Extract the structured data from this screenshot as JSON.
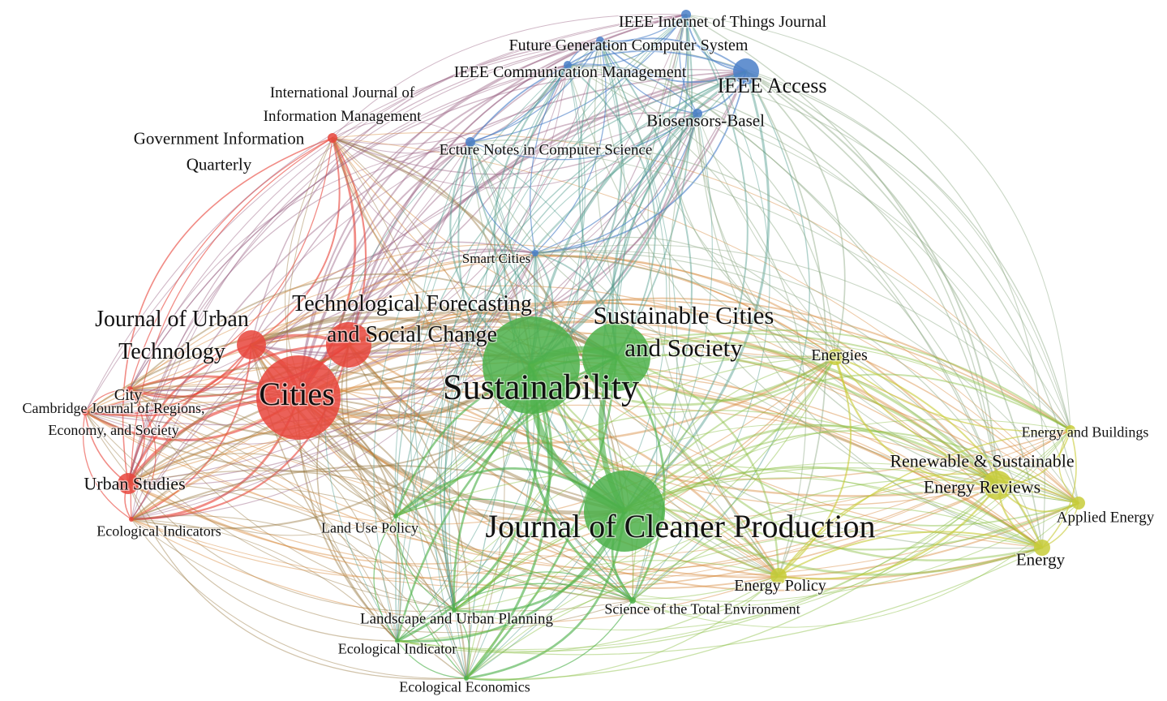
{
  "title": "Journal co-citation network",
  "clusters": {
    "red": "#e8453c",
    "blue": "#4a7fc8",
    "green": "#4cb04a",
    "yellow": "#c8cc3a"
  },
  "nodes": [
    {
      "id": "cities",
      "label": [
        "Cities"
      ],
      "cluster": "red",
      "weight": 10
    },
    {
      "id": "jut",
      "label": [
        "Journal of Urban",
        "Technology"
      ],
      "cluster": "red",
      "weight": 4
    },
    {
      "id": "tfsc",
      "label": [
        "Technological Forecasting",
        "and Social Change"
      ],
      "cluster": "red",
      "weight": 5
    },
    {
      "id": "giq",
      "label": [
        "Government Information",
        "Quarterly"
      ],
      "cluster": "red",
      "weight": 1
    },
    {
      "id": "ijim",
      "label": [
        "International Journal of",
        "Information Management"
      ],
      "cluster": "red",
      "weight": 1
    },
    {
      "id": "city",
      "label": [
        "City"
      ],
      "cluster": "red",
      "weight": 1
    },
    {
      "id": "cambridge",
      "label": [
        "Cambridge Journal of Regions,",
        "Economy, and Society"
      ],
      "cluster": "red",
      "weight": 1
    },
    {
      "id": "urbanstudies",
      "label": [
        "Urban Studies"
      ],
      "cluster": "red",
      "weight": 2
    },
    {
      "id": "ecoind1",
      "label": [
        "Ecological Indicators"
      ],
      "cluster": "red",
      "weight": 1
    },
    {
      "id": "iotj",
      "label": [
        "IEEE Internet of Things Journal"
      ],
      "cluster": "blue",
      "weight": 1
    },
    {
      "id": "fgcs",
      "label": [
        "Future Generation Computer System"
      ],
      "cluster": "blue",
      "weight": 1
    },
    {
      "id": "ieeecm",
      "label": [
        "IEEE Communication Management"
      ],
      "cluster": "blue",
      "weight": 1
    },
    {
      "id": "ieeeaccess",
      "label": [
        "IEEE Access"
      ],
      "cluster": "blue",
      "weight": 3
    },
    {
      "id": "biosensors",
      "label": [
        "Biosensors-Basel"
      ],
      "cluster": "blue",
      "weight": 1
    },
    {
      "id": "lncs",
      "label": [
        "Ecture Notes in Computer Science"
      ],
      "cluster": "blue",
      "weight": 1
    },
    {
      "id": "smartcities",
      "label": [
        "Smart Cities"
      ],
      "cluster": "blue",
      "weight": 1
    },
    {
      "id": "sustainability",
      "label": [
        "Sustainability"
      ],
      "cluster": "green",
      "weight": 12
    },
    {
      "id": "scs",
      "label": [
        "Sustainable Cities",
        "and Society"
      ],
      "cluster": "green",
      "weight": 8
    },
    {
      "id": "jcp",
      "label": [
        "Journal of Cleaner Production"
      ],
      "cluster": "green",
      "weight": 9
    },
    {
      "id": "landuse",
      "label": [
        "Land Use Policy"
      ],
      "cluster": "green",
      "weight": 1
    },
    {
      "id": "landscape",
      "label": [
        "Landscape and Urban Planning"
      ],
      "cluster": "green",
      "weight": 1
    },
    {
      "id": "ecoind2",
      "label": [
        "Ecological Indicator"
      ],
      "cluster": "green",
      "weight": 1
    },
    {
      "id": "ecoecon",
      "label": [
        "Ecological Economics"
      ],
      "cluster": "green",
      "weight": 1
    },
    {
      "id": "stoten",
      "label": [
        "Science of the Total Environment"
      ],
      "cluster": "green",
      "weight": 1
    },
    {
      "id": "energies",
      "label": [
        "Energies"
      ],
      "cluster": "yellow",
      "weight": 2
    },
    {
      "id": "energybuildings",
      "label": [
        "Energy and Buildings"
      ],
      "cluster": "yellow",
      "weight": 1
    },
    {
      "id": "rser",
      "label": [
        "Renewable & Sustainable",
        "Energy Reviews"
      ],
      "cluster": "yellow",
      "weight": 3
    },
    {
      "id": "appliedenergy",
      "label": [
        "Applied Energy"
      ],
      "cluster": "yellow",
      "weight": 1
    },
    {
      "id": "energy",
      "label": [
        "Energy"
      ],
      "cluster": "yellow",
      "weight": 2
    },
    {
      "id": "energypolicy",
      "label": [
        "Energy Policy"
      ],
      "cluster": "yellow",
      "weight": 2
    }
  ]
}
